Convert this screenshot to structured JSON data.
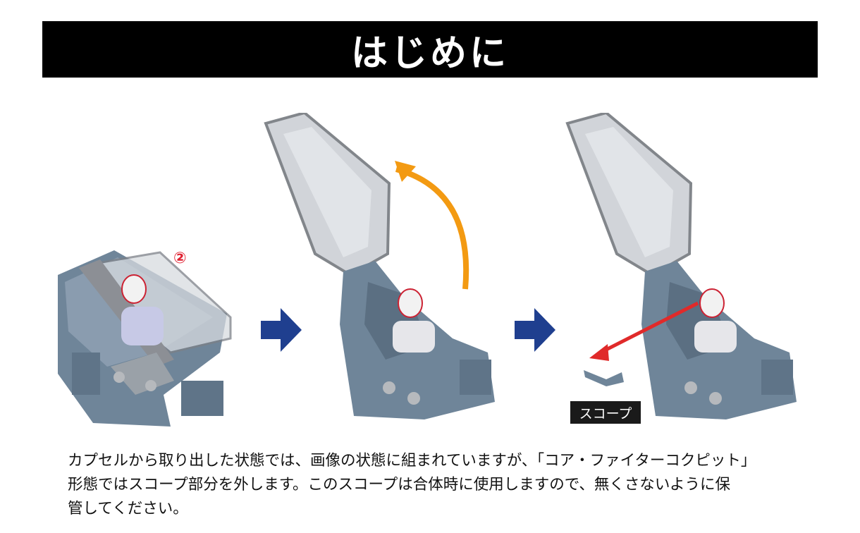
{
  "header": {
    "title": "はじめに"
  },
  "figure": {
    "step_marker": "②",
    "scope_label": "スコープ"
  },
  "description": {
    "lines": [
      "カプセルから取り出した状態では、画像の状態に組まれていますが、「コア・ファイターコクピット」",
      "形態ではスコープ部分を外します。このスコープは合体時に使用しますので、無くさないように保",
      "管してください。"
    ]
  },
  "colors": {
    "title_bg": "#000000",
    "title_text": "#ffffff",
    "step_arrow": "#1f3f8f",
    "rotate_arrow": "#f39a12",
    "remove_arrow": "#e02a2a",
    "part_body": "#6f8599",
    "canopy": "#b8bcc2",
    "label_bg": "#1a1a1a"
  }
}
